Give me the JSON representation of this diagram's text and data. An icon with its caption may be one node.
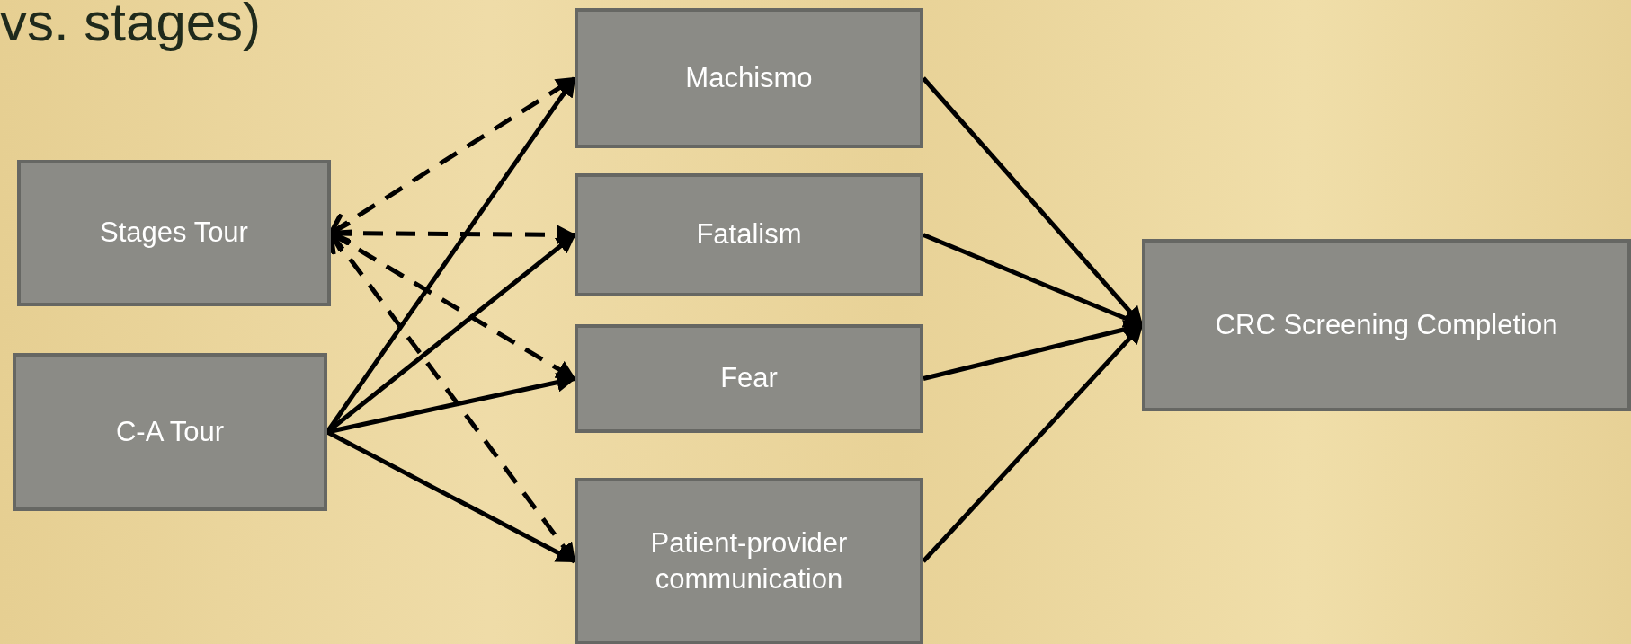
{
  "diagram": {
    "title": "vs. stages)",
    "nodes": [
      {
        "text": [
          "Stages Tour"
        ]
      },
      {
        "text": [
          "C-A Tour"
        ]
      },
      {
        "text": [
          "Machismo"
        ]
      },
      {
        "text": [
          "Fatalism"
        ]
      },
      {
        "text": [
          "Fear"
        ]
      },
      {
        "text": [
          "Patient-provider communication"
        ]
      },
      {
        "text": [
          "CRC Screening Completion"
        ]
      }
    ],
    "edges": [
      {
        "from": 0,
        "to": 2,
        "arrow": "both",
        "style": "dashed"
      },
      {
        "from": 0,
        "to": 3,
        "arrow": "both",
        "style": "dashed"
      },
      {
        "from": 0,
        "to": 4,
        "arrow": "both",
        "style": "dashed"
      },
      {
        "from": 0,
        "to": 5,
        "arrow": "both",
        "style": "dashed"
      },
      {
        "from": 1,
        "to": 2,
        "arrow": "to"
      },
      {
        "from": 1,
        "to": 3,
        "arrow": "to"
      },
      {
        "from": 1,
        "to": 4,
        "arrow": "to"
      },
      {
        "from": 1,
        "to": 5,
        "arrow": "to"
      },
      {
        "from": 2,
        "to": 6,
        "arrow": "to"
      },
      {
        "from": 3,
        "to": 6,
        "arrow": "to"
      },
      {
        "from": 4,
        "to": 6,
        "arrow": "to"
      },
      {
        "from": 5,
        "to": 6,
        "arrow": "to"
      }
    ]
  }
}
